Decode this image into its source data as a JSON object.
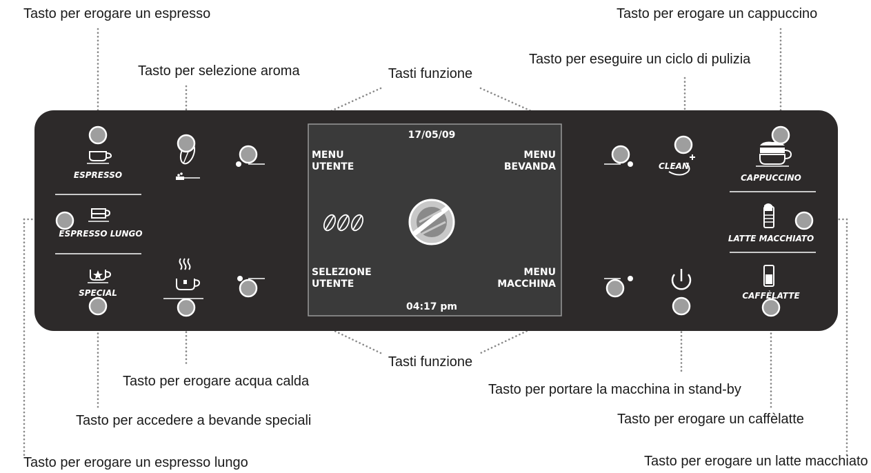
{
  "callouts": {
    "espresso": "Tasto per erogare un espresso",
    "aroma": "Tasto per selezione aroma",
    "funzione_top": "Tasti funzione",
    "pulizia": "Tasto per eseguire un ciclo di pulizia",
    "cappuccino": "Tasto per erogare un cappuccino",
    "acqua": "Tasto per erogare acqua calda",
    "funzione_bottom": "Tasti funzione",
    "standby": "Tasto per portare la macchina in stand-by",
    "special": "Tasto per accedere a bevande speciali",
    "caffelatte": "Tasto per erogare un caffèlatte",
    "lungo": "Tasto per erogare un espresso lungo",
    "latte_macchiato": "Tasto per erogare un latte macchiato"
  },
  "buttons": {
    "espresso": "ESPRESSO",
    "lungo": "ESPRESSO LUNGO",
    "special": "SPECIAL",
    "clean": "CLEAN",
    "cappuccino": "CAPPUCCINO",
    "latte_macchiato": "LATTE MACCHIATO",
    "caffelatte": "CAFFÈLATTE"
  },
  "display": {
    "date": "17/05/09",
    "time": "04:17 pm",
    "top_left": [
      "MENU",
      "UTENTE"
    ],
    "top_right": [
      "MENU",
      "BEVANDA"
    ],
    "bottom_left": [
      "SELEZIONE",
      "UTENTE"
    ],
    "bottom_right": [
      "MENU",
      "MACCHINA"
    ]
  },
  "colors": {
    "panel": "#2d2a2a",
    "screen": "#3a3a3a",
    "knob": "#9e9e9e",
    "leader": "#888888"
  },
  "icons": [
    "cup-icon",
    "aroma-bean-icon",
    "hot-water-icon",
    "star-cup-icon",
    "clean-icon",
    "power-icon",
    "coffee-beans-icon",
    "saeco-logo-icon",
    "cappuccino-cup-icon",
    "glass-icon"
  ]
}
